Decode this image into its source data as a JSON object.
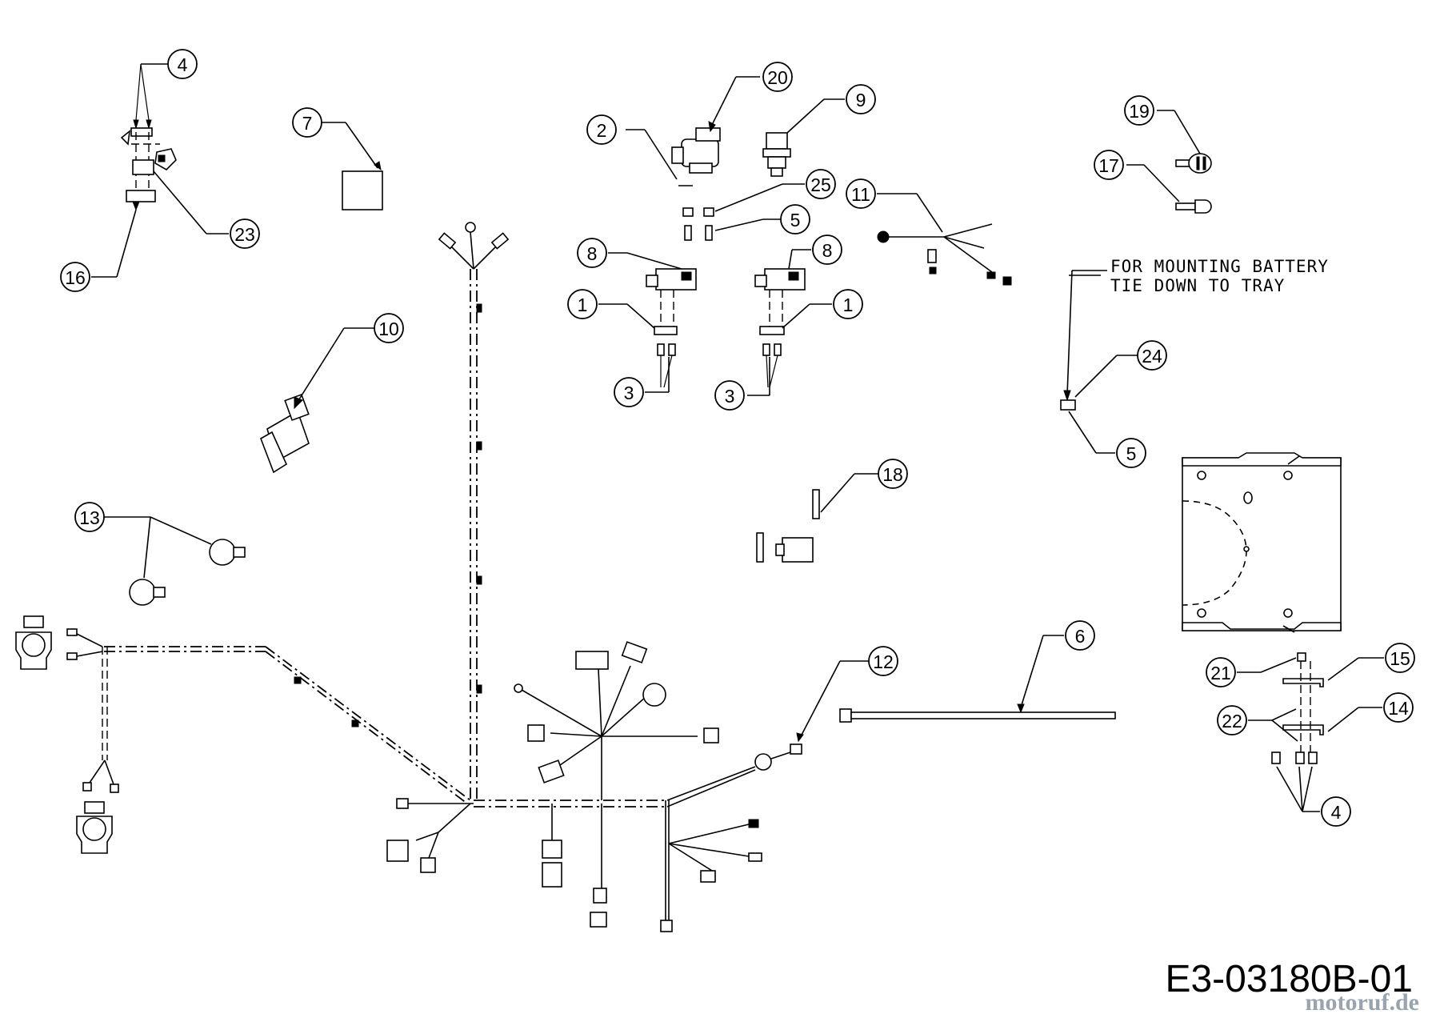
{
  "note": {
    "line1": "FOR MOUNTING BATTERY",
    "line2": "TIE DOWN TO TRAY"
  },
  "drawing_code": "E3-03180B-01",
  "watermark": "motoruf.de",
  "callouts": {
    "c4a": "4",
    "c16": "16",
    "c23": "23",
    "c7": "7",
    "c2": "2",
    "c20": "20",
    "c9": "9",
    "c25": "25",
    "c5a": "5",
    "c11": "11",
    "c19": "19",
    "c17": "17",
    "c8a": "8",
    "c8b": "8",
    "c1a": "1",
    "c1b": "1",
    "c3a": "3",
    "c3b": "3",
    "c10": "10",
    "c24": "24",
    "c5b": "5",
    "c18": "18",
    "c13": "13",
    "c6": "6",
    "c12": "12",
    "c15": "15",
    "c21": "21",
    "c22": "22",
    "c14": "14",
    "c4b": "4"
  }
}
